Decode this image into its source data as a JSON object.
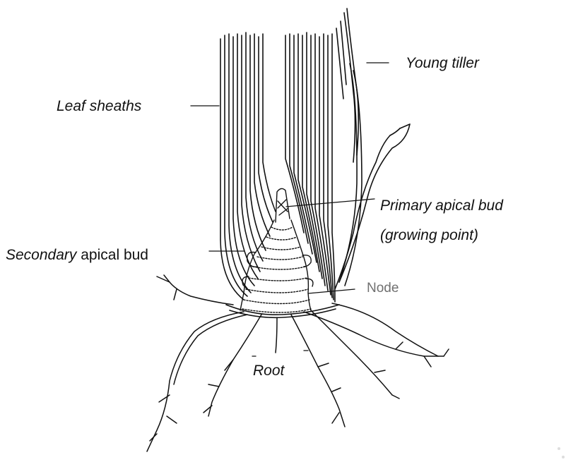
{
  "labels": {
    "young_tiller": "Young tiller",
    "leaf_sheaths": "Leaf sheaths",
    "primary_apical_bud_line1": "Primary  apical  bud",
    "primary_apical_bud_line2": "(growing point)",
    "secondary_italic": "Secondary",
    "secondary_rest": " apical bud",
    "node": "Node",
    "root": "Root"
  },
  "colors": {
    "ink": "#111111",
    "node_label": "#707070",
    "background": "#ffffff"
  }
}
